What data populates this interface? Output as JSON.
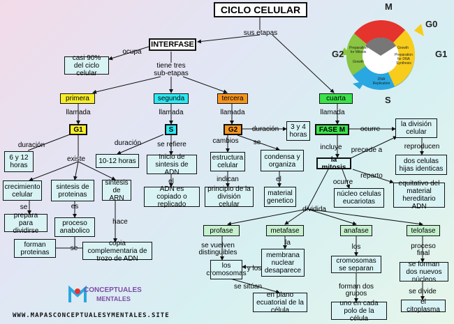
{
  "title": "CICLO CELULAR",
  "colors": {
    "box_fill": "#d9f3f5",
    "primera": "#f7ee2a",
    "segunda": "#2ee9f2",
    "tercera": "#f7951e",
    "cuarta": "#3be24a",
    "phase_fill": "#c6f1cf",
    "wheel_red": "#e5332d",
    "wheel_yellow": "#f8cc1b",
    "wheel_blue": "#29a7e1",
    "wheel_green": "#8bc541"
  },
  "labels": {
    "sus_etapas": "sus etapas",
    "ocupa": "ocupa",
    "tiene_tres": "tiene tres",
    "sub_etapas": "sub-etapas",
    "llamada1": "llamada",
    "llamada2": "llamada",
    "llamada3": "llamada",
    "llamada4": "llamada",
    "duracion_g1": "duración",
    "existe": "existe",
    "se1": "se",
    "es": "es",
    "hace": "hace",
    "se2": "se",
    "duracion_s": "duración",
    "se_refiere": "se refiere",
    "el": "el",
    "cambios": "cambios",
    "se3": "se",
    "indican": "indican",
    "el2": "el",
    "duracion_fm": "duración",
    "ocurre": "ocurre",
    "reproducen": "reproducen",
    "incluye": "incluye",
    "precede_a": "precede a",
    "ocurre2": "ocurre",
    "reparto": "reparto",
    "dividida": "dividida",
    "se_vuelven": "se vuelven",
    "distinguibles": "distinguibles",
    "la": "la",
    "y_los": "y los",
    "se_situan": "se sitúan",
    "los": "los",
    "forman_dos": "forman dos",
    "grupos": "grupos",
    "proceso": "proceso",
    "final": "final",
    "se_divide": "se divide"
  },
  "boxes": {
    "interfase": "INTERFASE",
    "casi90": "casi 90% del ciclo celular",
    "primera": "primera",
    "segunda": "segunda",
    "tercera": "tercera",
    "cuarta": "cuarta",
    "g1": "G1",
    "s": "S",
    "g2": "G2",
    "fase_m": "FASE M",
    "seis_12": "6 y 12 horas",
    "crecimiento": "crecimiento celular",
    "sintesis_prot": "sintesis de proteinas",
    "sintesis_arn": "sintesis de ARN",
    "prepara": "prepara para dividirse",
    "proceso_anab": "proceso anabolico",
    "forman_prot": "forman proteinas",
    "copia": "copia complementaria de trozo de ADN",
    "diez_12": "10-12 horas",
    "inicio_adn": "Inicio de sintesis de ADN",
    "adn_copiado": "ADN es copiado o replicado",
    "estructura": "estructura celular",
    "condensa": "condensa y organiza",
    "principio": "principio de la división celular",
    "material_gen": "material genetico",
    "tres_4": "3 y 4 horas",
    "division_cel": "la división celular",
    "dos_celulas": "dos celulas hijas identicas",
    "mitosis": "la mitosis",
    "nucleo_euc": "núcleo celulas eucariotas",
    "equitativo": "equitativo del material hereditario ADN",
    "profase": "profase",
    "metafase": "metafase",
    "anafase": "anafase",
    "telofase": "telofase",
    "cromosomas": "los cromosomas",
    "membrana": "membrana nuclear desaparece",
    "plano_ecuat": "en plano ecuatorial de la célula",
    "crom_separan": "cromosomas se separan",
    "uno_cada": "uno en cada polo de la célula",
    "nuevos_nucleos": "se forman dos nuevos núcleos",
    "citoplasma": "el citoplasma"
  },
  "wheel": {
    "phase_m": "M",
    "phase_g0": "G0",
    "phase_g1": "G1",
    "phase_g2": "G2",
    "phase_s": "S",
    "prep_mitosis": "Preparation for Mitosis",
    "growth_left": "Growth",
    "growth_right": "Growth",
    "prep_dna": "Preparation for DNA Synthesis",
    "dna_rep": "DNA Replication"
  },
  "footer": {
    "url": "WWW.MAPASCONCEPTUALESYMENTALES.SITE",
    "logo1": "CONCEPTUALES",
    "logo2": "MENTALES"
  }
}
